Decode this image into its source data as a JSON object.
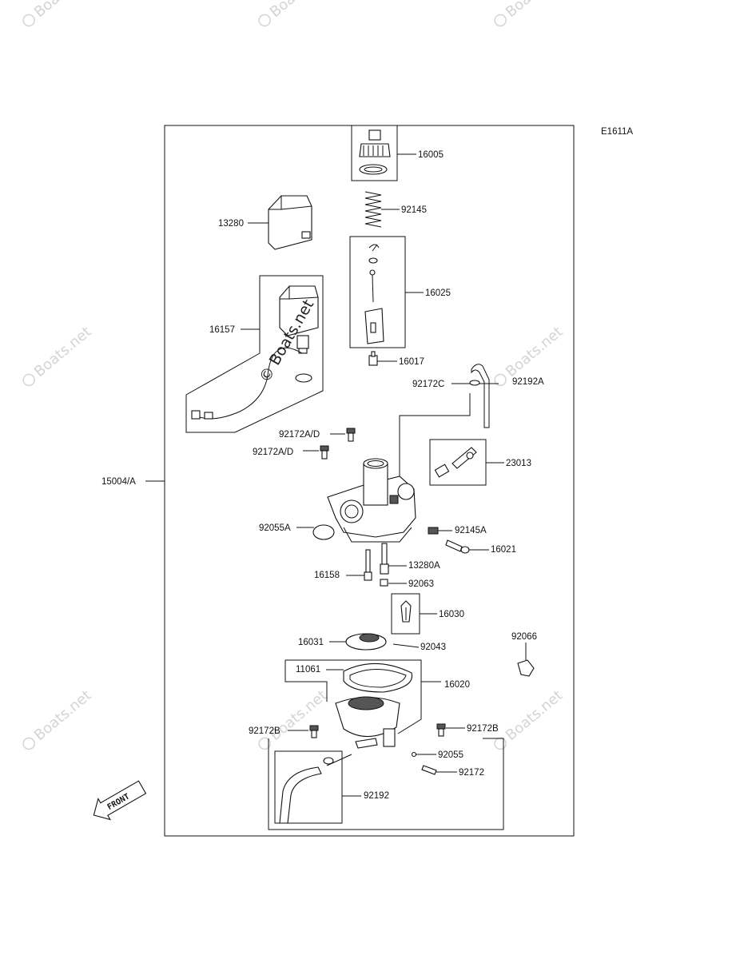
{
  "diagram": {
    "code": "E1611A",
    "watermark": "Boats.net",
    "center_watermark": "© Boats.net",
    "front_label": "FRONT",
    "labels": {
      "p16005": "16005",
      "p92145": "92145",
      "p13280": "13280",
      "p16025": "16025",
      "p16157": "16157",
      "p16017": "16017",
      "p92172c": "92172C",
      "p92192a": "92192A",
      "p92172ad1": "92172A/D",
      "p92172ad2": "92172A/D",
      "p23013": "23013",
      "p15004a": "15004/A",
      "p92055a": "92055A",
      "p92145a": "92145A",
      "p16021": "16021",
      "p13280a": "13280A",
      "p16158": "16158",
      "p92063": "92063",
      "p16030": "16030",
      "p92066": "92066",
      "p16031": "16031",
      "p92043": "92043",
      "p11061": "11061",
      "p16020": "16020",
      "p92172b1": "92172B",
      "p92172b2": "92172B",
      "p92055": "92055",
      "p92172": "92172",
      "p92192": "92192"
    }
  }
}
